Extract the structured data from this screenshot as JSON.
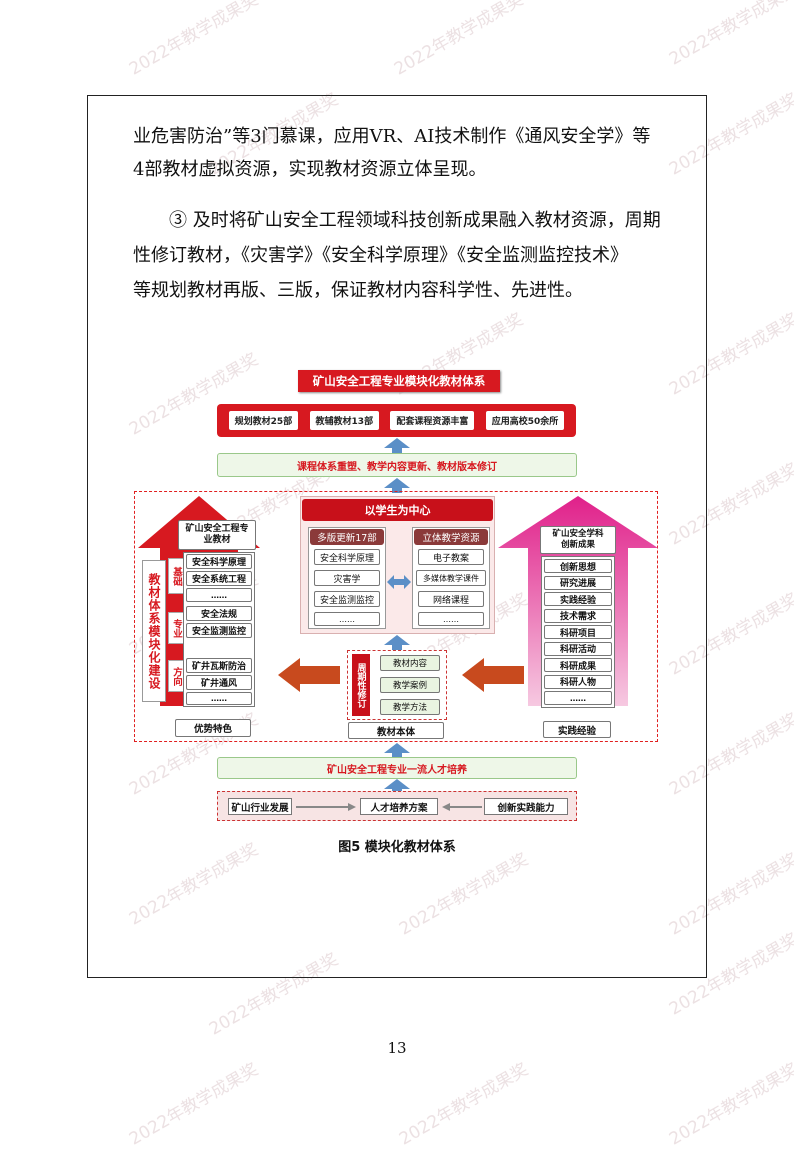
{
  "watermark": "2022年教学成果奖",
  "paragraphs": {
    "p1_line1": "业危害防治”等3门慕课，应用VR、AI技术制作《通风安全学》等",
    "p1_line2": "4部教材虚拟资源，实现教材资源立体呈现。",
    "p2_line1": "③ 及时将矿山安全工程领域科技创新成果融入教材资源，周期",
    "p2_line2": "性修订教材，《灾害学》《安全科学原理》《安全监测监控技术》",
    "p2_line3": "等规划教材再版、三版，保证教材内容科学性、先进性。"
  },
  "diagram": {
    "title": "矿山安全工程专业模块化教材体系",
    "top_items": [
      "规划教材25部",
      "教辅教材13部",
      "配套课程资源丰富",
      "应用高校50余所"
    ],
    "reform_bar": "课程体系重塑、教学内容更新、教材版本修订",
    "center_header": "以学生为中心",
    "center_left_header": "多版更新17部",
    "center_left_items": [
      "安全科学原理",
      "灾害学",
      "安全监测监控",
      "……"
    ],
    "center_right_header": "立体教学资源",
    "center_right_items": [
      "电子教案",
      "多媒体教学课件",
      "网络课程",
      "……"
    ],
    "left_header": "矿山安全工程专业教材",
    "left_vertical": "教材体系模块化建设",
    "left_tags": [
      "基础",
      "专业",
      "方向"
    ],
    "left_items": [
      "安全科学原理",
      "安全系统工程",
      "……",
      "安全法规",
      "安全监测监控",
      "矿井瓦斯防治",
      "矿井通风",
      "……"
    ],
    "left_footer": "优势特色",
    "right_header": "矿山安全学科创新成果",
    "right_items": [
      "创新思想",
      "研究进展",
      "实践经验",
      "技术需求",
      "科研项目",
      "科研活动",
      "科研成果",
      "科研人物",
      "……"
    ],
    "right_footer": "实践经验",
    "cycle_vertical": "周期性修订",
    "cycle_items": [
      "教材内容",
      "教学案例",
      "教学方法"
    ],
    "core_label": "教材本体",
    "talent_bar": "矿山安全工程专业一流人才培养",
    "bottom_items": [
      "矿山行业发展",
      "人才培养方案",
      "创新实践能力"
    ]
  },
  "caption": "图5  模块化教材体系",
  "page_number": "13",
  "colors": {
    "red": "#d71920",
    "blue": "#5b8fc7",
    "brown": "#c84a1e",
    "green_bg": "#eef7e8"
  }
}
